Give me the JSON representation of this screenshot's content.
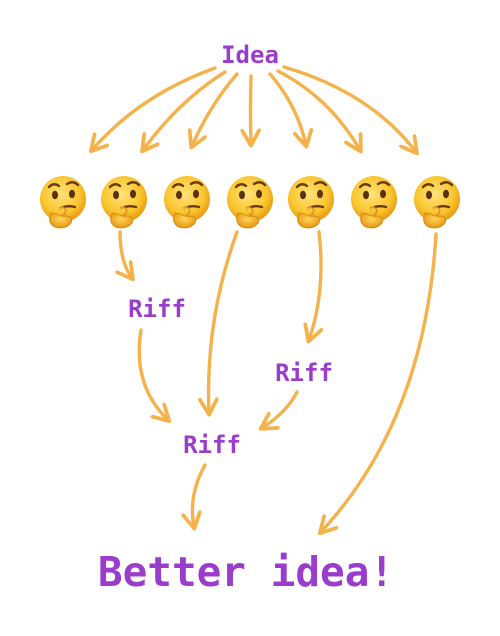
{
  "colors": {
    "label": "#9b3dcc",
    "arrow": "#f5b24a",
    "face": "#f9c52d",
    "face_dark": "#e89a12"
  },
  "nodes": {
    "idea": "Idea",
    "riff_left": "Riff",
    "riff_right": "Riff",
    "riff_center": "Riff",
    "result": "Better idea!"
  },
  "thinkers": {
    "icon": "thinking-face-icon",
    "count": 7
  }
}
